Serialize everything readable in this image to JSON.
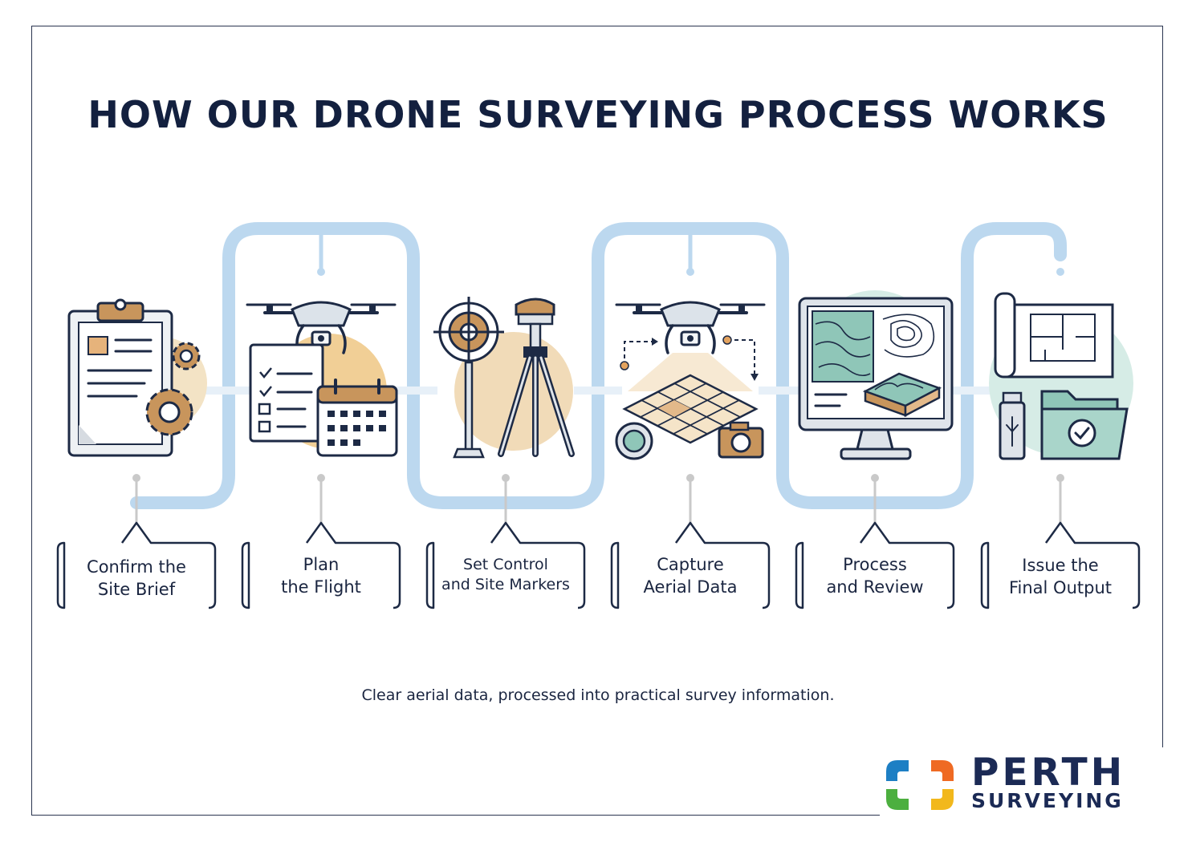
{
  "title": "HOW OUR DRONE SURVEYING PROCESS WORKS",
  "steps": [
    {
      "line1": "Confirm the",
      "line2": "Site Brief",
      "icon": "clipboard-gears-icon"
    },
    {
      "line1": "Plan",
      "line2": "the Flight",
      "icon": "drone-checklist-calendar-icon"
    },
    {
      "line1": "Set Control",
      "line2": "and Site Markers",
      "icon": "target-gps-tripod-icon"
    },
    {
      "line1": "Capture",
      "line2": "Aerial Data",
      "icon": "drone-grid-camera-icon"
    },
    {
      "line1": "Process",
      "line2": "and Review",
      "icon": "monitor-maps-icon"
    },
    {
      "line1": "Issue the",
      "line2": "Final Output",
      "icon": "plan-usb-folder-icon"
    }
  ],
  "tagline": "Clear aerial data, processed into practical survey information.",
  "logo": {
    "word1": "PERTH",
    "word2": "SURVEYING"
  },
  "colors": {
    "navy": "#13203f",
    "pipe": "#bcd8ef",
    "tan": "#e8cfa6",
    "copper": "#c8955c",
    "teal": "#8fc6b8",
    "logo_blue": "#1d7fc4",
    "logo_orange": "#ef6a23",
    "logo_green": "#4caf3f",
    "logo_yellow": "#f2b81c"
  }
}
